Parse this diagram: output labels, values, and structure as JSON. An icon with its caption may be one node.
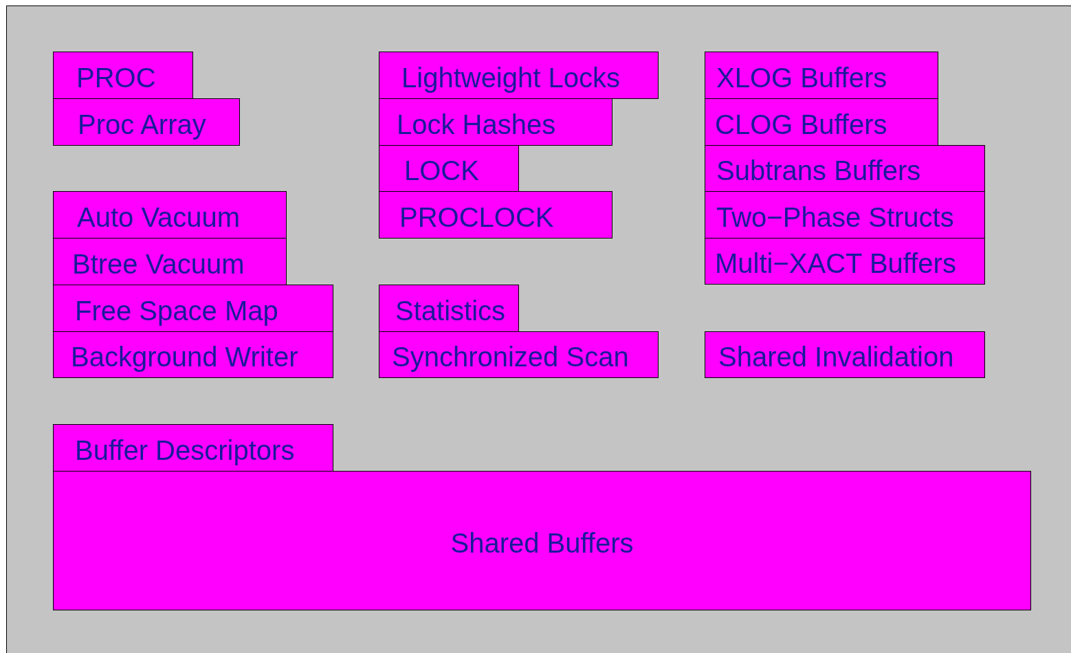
{
  "diagram": {
    "nodes": [
      {
        "text": [
          "PROC"
        ]
      },
      {
        "text": [
          "Proc Array"
        ]
      },
      {
        "text": [
          "Auto Vacuum"
        ]
      },
      {
        "text": [
          "Btree Vacuum"
        ]
      },
      {
        "text": [
          "Free Space Map"
        ]
      },
      {
        "text": [
          "Background Writer"
        ]
      },
      {
        "text": [
          "Lightweight Locks"
        ]
      },
      {
        "text": [
          "Lock Hashes"
        ]
      },
      {
        "text": [
          "LOCK"
        ]
      },
      {
        "text": [
          "PROCLOCK"
        ]
      },
      {
        "text": [
          "Statistics"
        ]
      },
      {
        "text": [
          "Synchronized Scan"
        ]
      },
      {
        "text": [
          "XLOG Buffers"
        ]
      },
      {
        "text": [
          "CLOG Buffers"
        ]
      },
      {
        "text": [
          "Subtrans Buffers"
        ]
      },
      {
        "text": [
          "Two−Phase Structs"
        ]
      },
      {
        "text": [
          "Multi−XACT Buffers"
        ]
      },
      {
        "text": [
          "Shared Invalidation"
        ]
      },
      {
        "text": [
          "Buffer Descriptors"
        ]
      },
      {
        "text": [
          "Shared Buffers"
        ]
      }
    ]
  }
}
